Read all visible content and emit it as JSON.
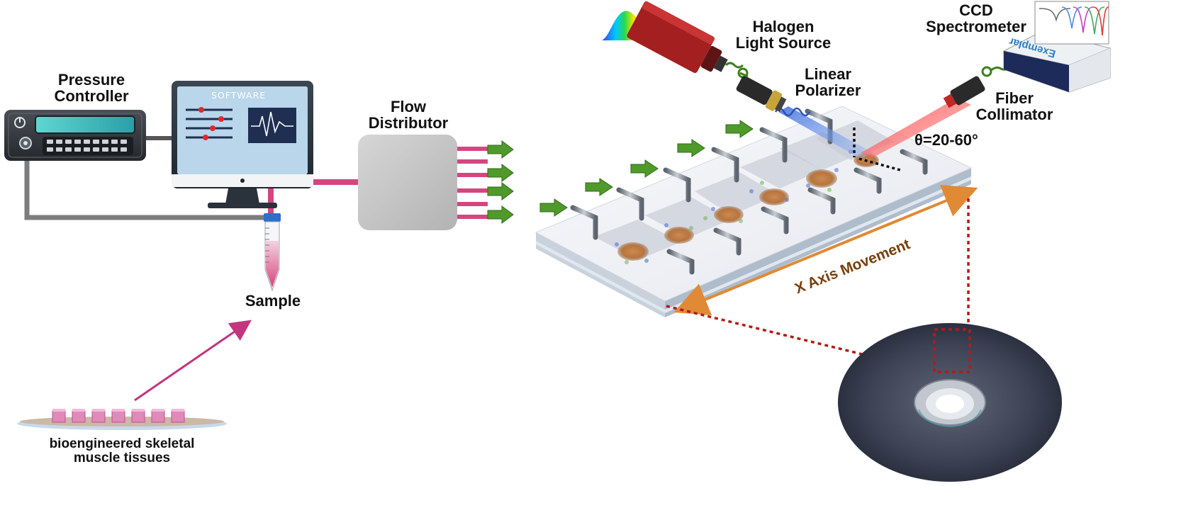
{
  "labels": {
    "pressure_controller": [
      "Pressure",
      "Controller"
    ],
    "software": "SOFTWARE",
    "flow_distributor": [
      "Flow",
      "Distributor"
    ],
    "sample": "Sample",
    "tissues": [
      "bioengineered skeletal",
      "muscle tissues"
    ],
    "halogen": [
      "Halogen",
      "Light Source"
    ],
    "ccd": [
      "CCD",
      "Spectrometer"
    ],
    "polarizer": [
      "Linear",
      "Polarizer"
    ],
    "collimator": [
      "Fiber",
      "Collimator"
    ],
    "angle": "θ=20-60°",
    "movement": "X Axis Movement",
    "brand": "Exemplar"
  },
  "colors": {
    "tubing_pink": "#d6457f",
    "tubing_grey": "#7d7d7d",
    "arrow_green": "#4f9a2a",
    "arrow_magenta": "#c2357f",
    "movement_orange": "#e08a35",
    "dotted_red": "#b01c1c",
    "laser_red": "#ff4a4a",
    "light_blue": "#5b8fe0"
  },
  "icons": [
    "pressure-controller-icon",
    "computer-monitor-icon",
    "sample-tube-icon",
    "flow-distributor-icon",
    "halogen-lamp-icon",
    "spectrometer-icon",
    "polarizer-icon",
    "fiber-collimator-icon",
    "optical-disc-icon"
  ]
}
